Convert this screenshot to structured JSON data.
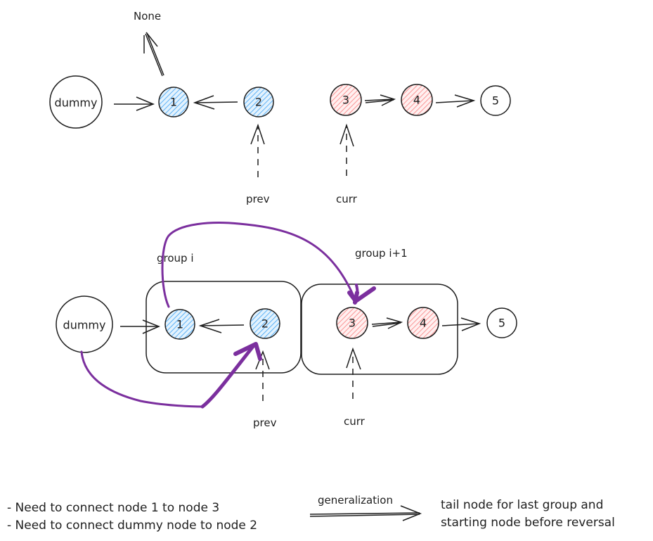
{
  "colors": {
    "stroke": "#1e1e1e",
    "blue_fill": "#a5d8ff",
    "blue_hatch": "#4dabf7",
    "red_fill": "#ffc9c9",
    "red_hatch": "#fa8c8c",
    "purple": "#7b2f9e"
  },
  "top_diagram": {
    "none_label": "None",
    "nodes": [
      {
        "id": "dummy",
        "label": "dummy",
        "style": "plain"
      },
      {
        "id": "n1",
        "label": "1",
        "style": "blue"
      },
      {
        "id": "n2",
        "label": "2",
        "style": "blue"
      },
      {
        "id": "n3",
        "label": "3",
        "style": "red"
      },
      {
        "id": "n4",
        "label": "4",
        "style": "red"
      },
      {
        "id": "n5",
        "label": "5",
        "style": "plain"
      }
    ],
    "pointers": {
      "prev": "prev",
      "curr": "curr"
    }
  },
  "bottom_diagram": {
    "group_i_label": "group i",
    "group_i1_label": "group i+1",
    "nodes": [
      {
        "id": "dummy",
        "label": "dummy",
        "style": "plain"
      },
      {
        "id": "n1",
        "label": "1",
        "style": "blue"
      },
      {
        "id": "n2",
        "label": "2",
        "style": "blue"
      },
      {
        "id": "n3",
        "label": "3",
        "style": "red"
      },
      {
        "id": "n4",
        "label": "4",
        "style": "red"
      },
      {
        "id": "n5",
        "label": "5",
        "style": "plain"
      }
    ],
    "pointers": {
      "prev": "prev",
      "curr": "curr"
    }
  },
  "notes": {
    "line1": "- Need to connect node 1 to node 3",
    "line2": "- Need to connect dummy node to node 2",
    "arrow_label": "generalization",
    "result_line1": "tail node for last group and",
    "result_line2": "starting node before reversal"
  }
}
